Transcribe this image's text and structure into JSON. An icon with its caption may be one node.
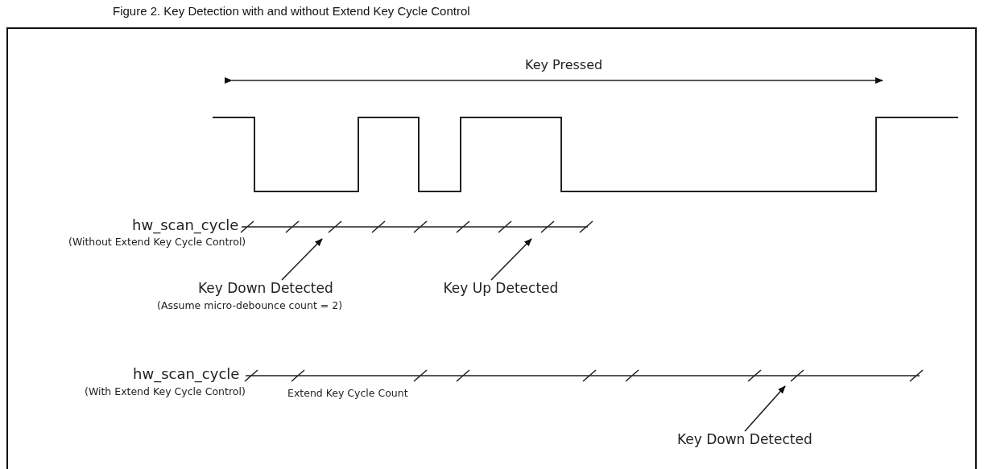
{
  "diagram": {
    "title": "Figure 2. Key Detection with and without Extend Key Cycle Control",
    "nodes": [
      {
        "text": [
          "Key Down Detected"
        ],
        "beside": [
          "(Assume micro-debounce count = 2)"
        ]
      },
      {
        "text": [
          "Key Up Detected"
        ]
      },
      {
        "text": [
          "Key Down Detected"
        ]
      }
    ],
    "edges": [
      {
        "from": 0,
        "to": null,
        "arrow": "to"
      },
      {
        "from": 1,
        "to": null,
        "arrow": "to"
      },
      {
        "from": 2,
        "to": null,
        "arrow": "to"
      }
    ],
    "labels": [
      "Key Pressed",
      "hw_scan_cycle",
      "(Without Extend Key Cycle Control)",
      "hw_scan_cycle",
      "(With Extend Key Cycle Control)",
      "Extend Key Cycle Count"
    ]
  }
}
